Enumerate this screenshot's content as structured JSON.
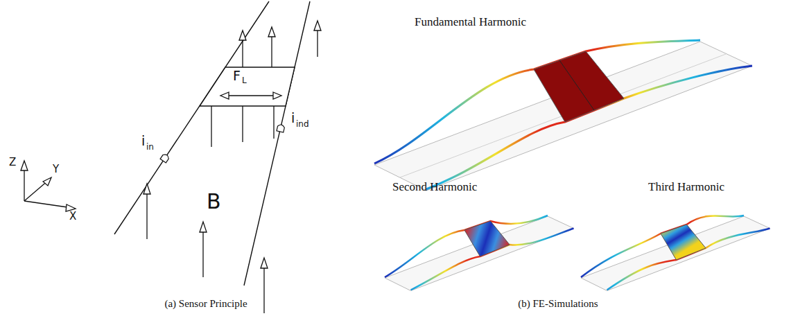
{
  "diagram": {
    "labels": [
      "(a) Sensor Principle",
      "(b) FE-Simulations",
      "Fundamental Harmonic",
      "Second Harmonic",
      "Third Harmonic",
      "F",
      "L",
      "i",
      "in",
      "i",
      "ind",
      "B",
      "Z",
      "Y",
      "X"
    ]
  }
}
